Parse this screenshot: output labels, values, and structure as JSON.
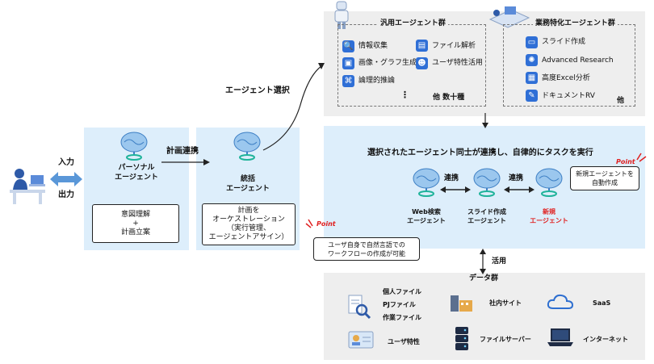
{
  "left": {
    "input": "入力",
    "output": "出力"
  },
  "personal": {
    "title_line1": "パーソナル",
    "title_line2": "エージェント",
    "box_line1": "意図理解",
    "box_line2": "+",
    "box_line3": "計画立案"
  },
  "plan_link": "計画連携",
  "central": {
    "title_line1": "統括",
    "title_line2": "エージェント",
    "box_line1": "計画を",
    "box_line2": "オーケストレーション",
    "box_line3": "（実行管理、",
    "box_line4": "エージェントアサイン）"
  },
  "agent_select": "エージェント選択",
  "general": {
    "title": "汎用エージェント群",
    "items": [
      "情報収集",
      "画像・グラフ生成",
      "論理的推論",
      "ファイル解析",
      "ユーザ特性活用"
    ],
    "dots": "⋮",
    "others": "他 数十種"
  },
  "special": {
    "title": "業務特化エージェント群",
    "items": [
      "スライド作成",
      "Advanced Research",
      "高度Excel分析",
      "ドキュメントRV"
    ],
    "others": "他"
  },
  "execution": {
    "title": "選択されたエージェント同士が連携し、自律的にタスクを実行",
    "link1": "連携",
    "link2": "連携",
    "web_line1": "Web検索",
    "web_line2": "エージェント",
    "slide_line1": "スライド作成",
    "slide_line2": "エージェント",
    "new_line1": "新規",
    "new_line2": "エージェント",
    "point_label_right": "Point",
    "callout_right_line1": "新規エージェントを",
    "callout_right_line2": "自動作成",
    "point_label_left": "Point",
    "callout_left_line1": "ユーザ自身で自然言語での",
    "callout_left_line2": "ワークフローの作成が可能"
  },
  "use_label": "活用",
  "data": {
    "title": "データ群",
    "files_line1": "個人ファイル",
    "files_line2": "PJファイル",
    "files_line3": "作業ファイル",
    "intranet": "社内サイト",
    "saas": "SaaS",
    "user_traits": "ユーザ特性",
    "file_server": "ファイルサーバー",
    "internet": "インターネット"
  },
  "colors": {
    "panel_blue": "#ddeefb",
    "panel_gray": "#eeeeee",
    "icon_blue": "#2f6fd6",
    "point_red": "#e02020"
  }
}
